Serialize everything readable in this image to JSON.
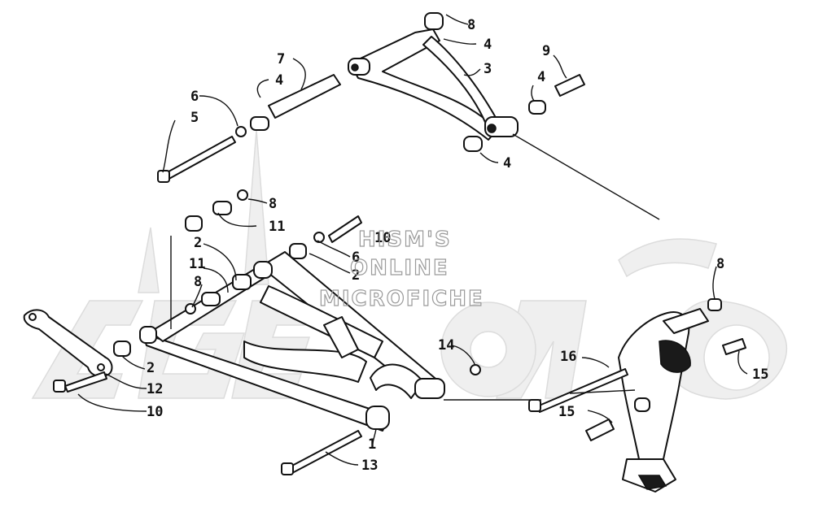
{
  "watermark": {
    "line1": "HISM'S",
    "line2": "ONLINE",
    "line3": "MICROFICHE",
    "logo_name": "ARCTIC CAT",
    "logo_color": "#e6e6e6"
  },
  "callouts": [
    "8",
    "4",
    "3",
    "7",
    "4",
    "9",
    "4",
    "6",
    "5",
    "4",
    "8",
    "11",
    "10",
    "6",
    "2",
    "2",
    "11",
    "8",
    "14",
    "16",
    "8",
    "15",
    "15",
    "2",
    "12",
    "10",
    "1",
    "13"
  ]
}
